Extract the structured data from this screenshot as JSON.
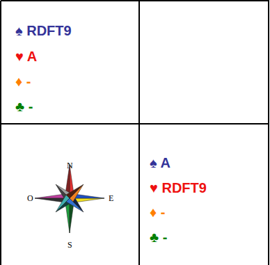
{
  "diagram": {
    "labels": [
      "♠ RDFT9",
      "♥ A",
      "♦ -",
      "♣ -",
      "N",
      "O",
      "E",
      "S",
      "♠ A",
      "♥ RDFT9",
      "♦ -",
      "♣ -"
    ]
  }
}
